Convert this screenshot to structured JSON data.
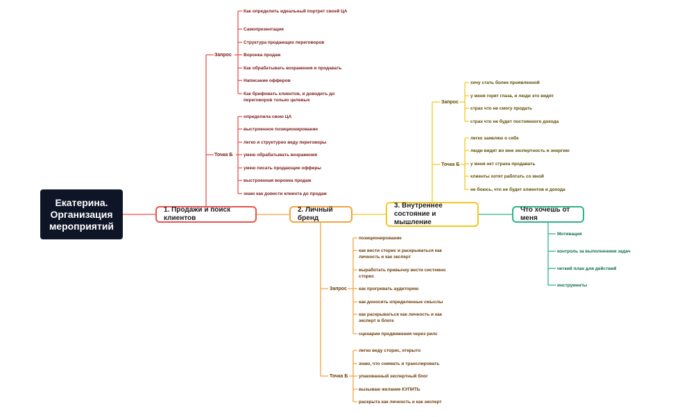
{
  "root": {
    "title": "Екатерина.\nОрганизация\nмероприятий"
  },
  "colors": {
    "b1": "#e8534d",
    "b2": "#f4a340",
    "b3": "#f2c81c",
    "b4": "#2bb38a",
    "root_bg": "#0d1526"
  },
  "branches": [
    {
      "label": "1. Продажи и поиск клиентов",
      "groups": [
        {
          "label": "Запрос",
          "items": [
            "Как определить идеальный портрет своей ЦА",
            "Самопрезентация",
            "Структура продающих переговоров",
            "Воронка продаж",
            "Как обрабатывать возражения и продавать",
            "Написание офферов",
            "Как брифовать клиентов, и доводить до переговоров только целевых"
          ]
        },
        {
          "label": "Точка Б",
          "items": [
            "определила свою ЦА",
            "выстроенное позиционирование",
            "легко и структурно веду переговоры",
            "умею обрабатывать возражения",
            "умею писать продающие офферы",
            "выстроенная воронка продаж",
            "знаю как довести клиента до продаж"
          ]
        }
      ]
    },
    {
      "label": "2. Личный бренд",
      "groups": [
        {
          "label": "Запрос",
          "items": [
            "позиционирование",
            "как вести сторис и раскрываться как личность и как эксперт",
            "выработать привычку вести системно сторис",
            "как прогревать аудиторию",
            "как доносить определенные смыслы",
            "как раскрываться как личность и как эксперт в блоге",
            "сценарии продвижения через рилс"
          ]
        },
        {
          "label": "Точка Б",
          "items": [
            "легко веду сторис, открыто",
            "знаю, что снимать и транслировать",
            "упакованный экспертный блог",
            "вызываю желание КУПИТЬ",
            "раскрыта как личность и как эксперт"
          ]
        }
      ]
    },
    {
      "label": "3. Внутреннее состояние и мышление",
      "groups": [
        {
          "label": "Запрос",
          "items": [
            "хочу стать более проявленной",
            "у меня горят глаза, и люди это видят",
            "страх что не смогу продать",
            "страх что не будет постоянного дохода"
          ]
        },
        {
          "label": "Точка Б",
          "items": [
            "легко заявляю о себе",
            "люди видят во мне экспертность и энергию",
            "у меня нет страха продавать",
            "клиенты хотят работать со мной",
            "не боюсь, что не будет клиентов и дохода"
          ]
        }
      ]
    },
    {
      "label": "Что хочешь от меня",
      "items": [
        "Мотивация",
        "контроль за выполнением задач",
        "четкий план для действий",
        "инструменты"
      ]
    }
  ]
}
